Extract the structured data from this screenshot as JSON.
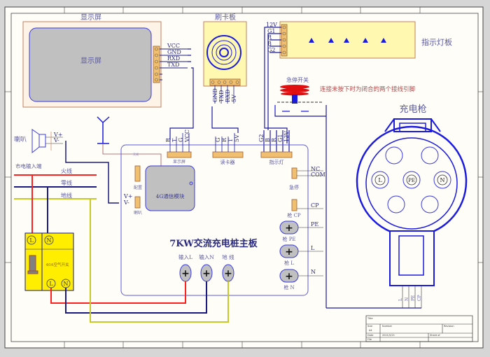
{
  "display": {
    "title": "显示屏",
    "label": "显示屏",
    "pins": [
      "VCC",
      "GND",
      "RXD",
      "TXD"
    ]
  },
  "card_reader": {
    "title": "刷卡板",
    "pins": [
      "GND",
      "TXD",
      "RXD",
      "5V"
    ]
  },
  "indicator_board": {
    "title": "指示灯板",
    "pins": [
      "12V",
      "G1",
      "R",
      "B",
      "G2"
    ]
  },
  "estop": {
    "title": "急停开关",
    "note": "连接未按下时为闭合的两个接线引脚"
  },
  "gun": {
    "title": "充电枪",
    "pins": [
      "L",
      "PE",
      "N"
    ],
    "wire_labels": [
      "L",
      "N",
      "PE",
      "CP"
    ]
  },
  "speaker": {
    "label": "喇叭",
    "pins": [
      "V+",
      "V-"
    ]
  },
  "mains": {
    "label": "市电输入端",
    "live": "火线",
    "neutral": "零线",
    "earth": "地线"
  },
  "breaker": {
    "label": "40A空气开关",
    "top": [
      "L",
      "N"
    ],
    "bottom": [
      "L",
      "N"
    ]
  },
  "board": {
    "title": "7KW交流充电桩主板",
    "antenna_label": "天线",
    "module": "4G通信模块",
    "config": "配置",
    "speaker": "喇叭",
    "speaker_pins": [
      "V+",
      "V-"
    ],
    "display_conn": "显示屏",
    "display_pins": [
      "R",
      "T",
      "G",
      "VCC"
    ],
    "reader_conn": "读卡器",
    "reader_pins": [
      "G",
      "R",
      "T",
      "5V"
    ],
    "indicator_conn": "指示灯",
    "indicator_pins": [
      "G2",
      "B",
      "R",
      "G1",
      "12V"
    ],
    "estop_conn": "急停",
    "estop_pins": [
      "NC",
      "COM"
    ],
    "cp_conn": "枪 CP",
    "cp_pin": "CP",
    "inputs": [
      "输入L",
      "输入N",
      "地 线"
    ],
    "outputs": [
      {
        "label": "枪 PE",
        "pin": "PE"
      },
      {
        "label": "枪 L",
        "pin": "L"
      },
      {
        "label": "枪 N",
        "pin": "N"
      }
    ]
  },
  "title_block": {
    "title": "Title",
    "size": "Size",
    "size_value": "A4",
    "number": "Number",
    "revision": "Revision",
    "date": "Date",
    "date_value": "2021/5/21",
    "sheet": "Sheet of",
    "file": "File"
  },
  "colors": {
    "wire_blue": "#1a1aa0",
    "live": "#ff2020",
    "neutral": "#1a1a80",
    "earth": "#c8c828",
    "component_fill": "#fff8b0",
    "module_gray": "#c0c0c0"
  }
}
